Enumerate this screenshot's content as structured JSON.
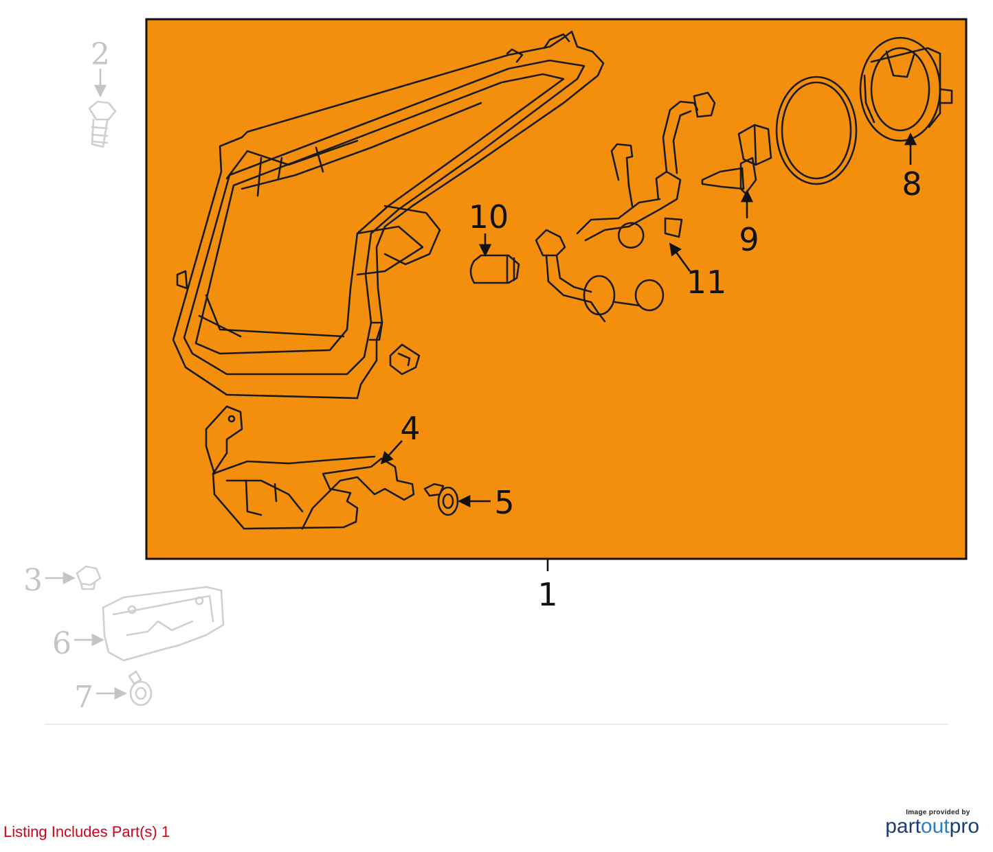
{
  "colors": {
    "highlight": "#f38f0c",
    "line": "#1a1a1a",
    "faded": "#c4c4c4",
    "note": "#d0021b",
    "brand_dark": "#1c3d6e",
    "brand_light": "#2a7fc1"
  },
  "callouts": {
    "c1": "1",
    "c2": "2",
    "c3": "3",
    "c4": "4",
    "c5": "5",
    "c6": "6",
    "c7": "7",
    "c8": "8",
    "c9": "9",
    "c10": "10",
    "c11": "11"
  },
  "footer": {
    "listing_note": "Listing Includes Part(s) 1",
    "credit_small": "Image provided by",
    "credit_logo_a": "part",
    "credit_logo_b": "out",
    "credit_logo_c": "pro"
  }
}
